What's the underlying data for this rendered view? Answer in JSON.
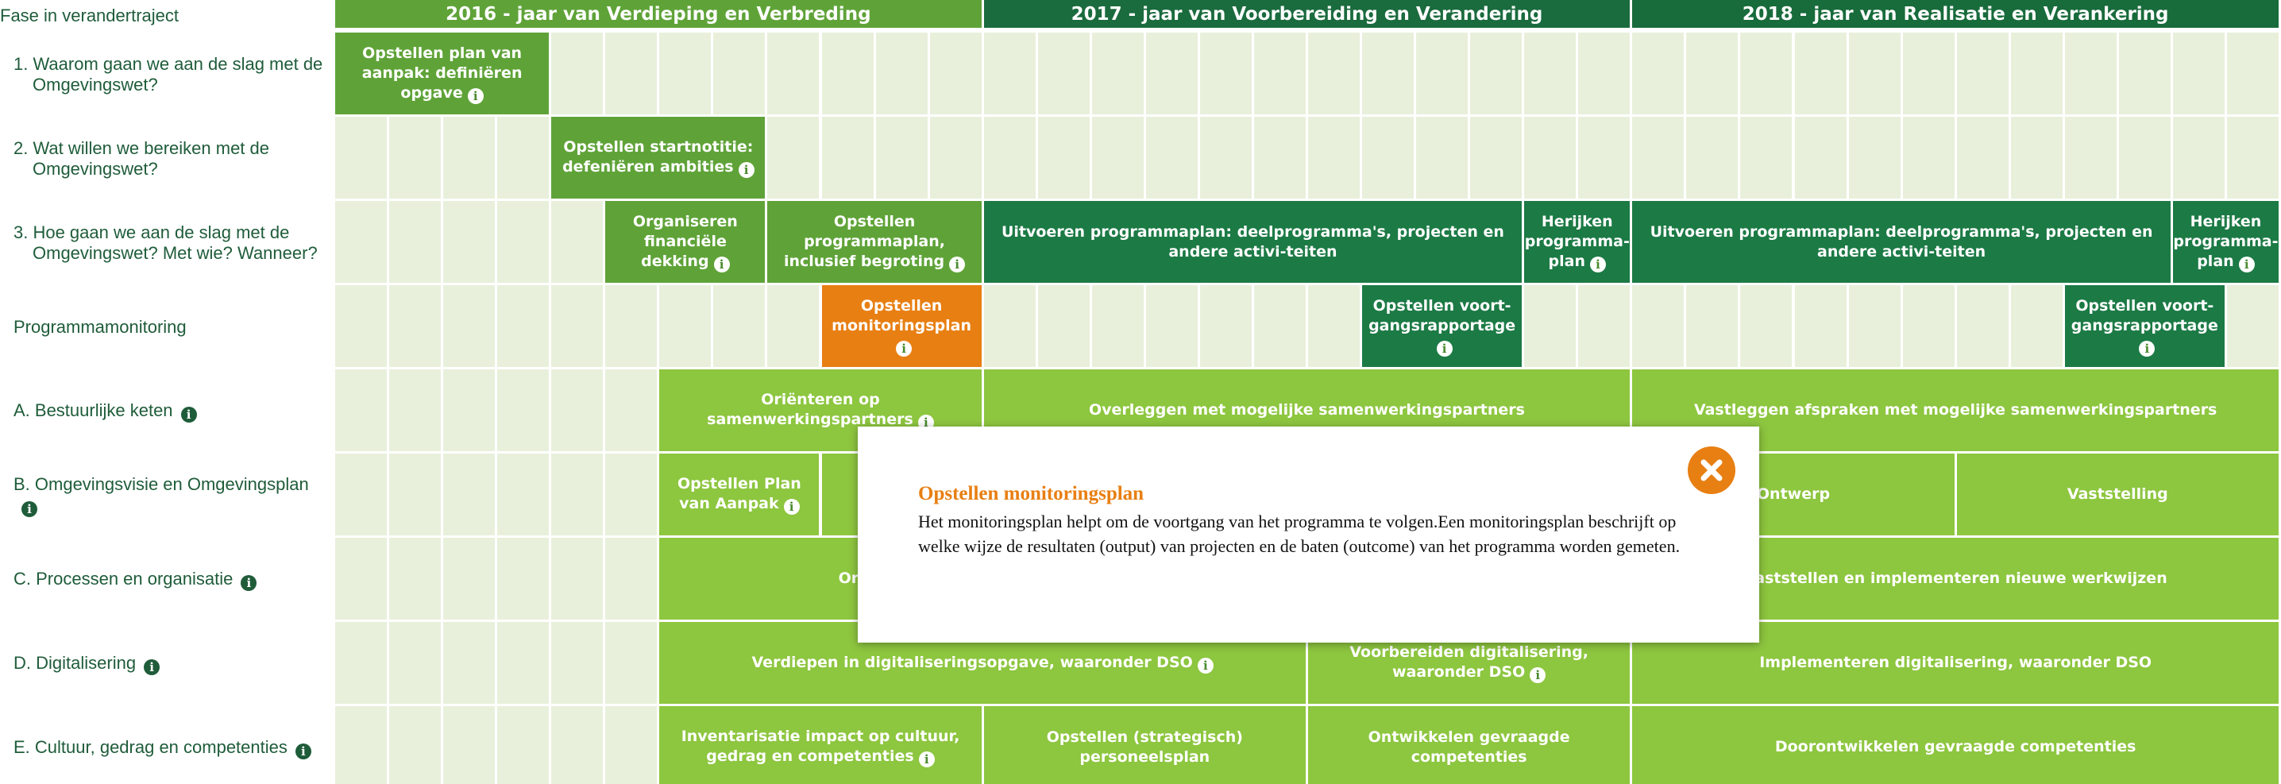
{
  "colors": {
    "lime": "#8dc63f",
    "mid_green": "#5fa338",
    "dark_green": "#1c7a45",
    "orange": "#e87f12",
    "grid_empty": "#e8f0db",
    "label_text": "#1f5c3a"
  },
  "header_label": "Fase in verandertraject",
  "years": [
    {
      "label": "2016 - jaar van Verdieping en Verbreding"
    },
    {
      "label": "2017 - jaar van Voorbereiding en Verandering"
    },
    {
      "label": "2018 - jaar van Realisatie en Verankering"
    }
  ],
  "rows": [
    {
      "label": "1. Waarom gaan we aan de slag met de Omgevingswet?",
      "has_info": false
    },
    {
      "label": "2. Wat willen we bereiken met de Omgevingswet?",
      "has_info": false
    },
    {
      "label": "3. Hoe gaan we aan de slag met de Omgevingswet? Met wie? Wanneer?",
      "has_info": false
    },
    {
      "label": "Programmamonitoring",
      "has_info": false
    },
    {
      "label": "A. Bestuurlijke keten",
      "has_info": true
    },
    {
      "label": "B. Omgevingsvisie en Omgevingsplan",
      "has_info": true
    },
    {
      "label": "C. Processen en organisatie",
      "has_info": true
    },
    {
      "label": "D. Digitalisering",
      "has_info": true
    },
    {
      "label": "E. Cultuur, gedrag en competenties",
      "has_info": true
    }
  ],
  "bars": [
    {
      "row": 0,
      "start": 0,
      "span": 4,
      "color": "mid",
      "text": "Opstellen plan van aanpak: definiëren opgave",
      "info": true
    },
    {
      "row": 1,
      "start": 4,
      "span": 4,
      "color": "mid",
      "text": "Opstellen startnotitie: defeniëren ambities",
      "info": true
    },
    {
      "row": 2,
      "start": 5,
      "span": 3,
      "color": "mid",
      "text": "Organiseren financiële dekking",
      "info": true
    },
    {
      "row": 2,
      "start": 8,
      "span": 4,
      "color": "mid",
      "text": "Opstellen programmaplan, inclusief begroting",
      "info": true
    },
    {
      "row": 2,
      "start": 12,
      "span": 10,
      "color": "dark",
      "text": "Uitvoeren programmaplan: deelprogramma's, projecten en andere activi-teiten",
      "info": false
    },
    {
      "row": 2,
      "start": 22,
      "span": 2,
      "color": "dark",
      "text": "Herijken programma-plan",
      "info": true
    },
    {
      "row": 2,
      "start": 24,
      "span": 10,
      "color": "dark",
      "text": "Uitvoeren programmaplan: deelprogramma's, projecten en andere activi-teiten",
      "info": false
    },
    {
      "row": 2,
      "start": 34,
      "span": 2,
      "color": "dark",
      "text": "Herijken programma-plan",
      "info": true
    },
    {
      "row": 3,
      "start": 9,
      "span": 3,
      "color": "orange",
      "text": "Opstellen monitoringsplan",
      "info": true
    },
    {
      "row": 3,
      "start": 19,
      "span": 3,
      "color": "dark",
      "text": "Opstellen voort-gangsrapportage",
      "info": true
    },
    {
      "row": 3,
      "start": 32,
      "span": 3,
      "color": "dark",
      "text": "Opstellen voort-gangsrapportage",
      "info": true
    },
    {
      "row": 4,
      "start": 6,
      "span": 6,
      "color": "lime",
      "text": "Oriënteren op samenwerkingspartners",
      "info": true
    },
    {
      "row": 4,
      "start": 12,
      "span": 12,
      "color": "lime",
      "text": "Overleggen met mogelijke samenwerkingspartners",
      "info": false
    },
    {
      "row": 4,
      "start": 24,
      "span": 12,
      "color": "lime",
      "text": "Vastleggen afspraken met mogelijke samenwerkingspartners",
      "info": false
    },
    {
      "row": 5,
      "start": 6,
      "span": 3,
      "color": "lime",
      "text": "Opstellen Plan van Aanpak",
      "info": true
    },
    {
      "row": 5,
      "start": 9,
      "span": 15,
      "color": "lime",
      "text": "",
      "info": false
    },
    {
      "row": 5,
      "start": 24,
      "span": 6,
      "color": "lime",
      "text": "Ontwerp",
      "info": false
    },
    {
      "row": 5,
      "start": 30,
      "span": 6,
      "color": "lime",
      "text": "Vaststelling",
      "info": false
    },
    {
      "row": 6,
      "start": 6,
      "span": 18,
      "color": "lime",
      "text": "Oriënteren op mogelijke veranderingen in de organisatie en werkwijzen",
      "info": false
    },
    {
      "row": 6,
      "start": 24,
      "span": 12,
      "color": "lime",
      "text": "Vaststellen en implementeren nieuwe werkwijzen",
      "info": false
    },
    {
      "row": 7,
      "start": 6,
      "span": 12,
      "color": "lime",
      "text": "Verdiepen in digitaliseringsopgave, waaronder DSO",
      "info": true
    },
    {
      "row": 7,
      "start": 18,
      "span": 6,
      "color": "lime",
      "text": "Voorbereiden digitalisering, waaronder DSO",
      "info": true
    },
    {
      "row": 7,
      "start": 24,
      "span": 12,
      "color": "lime",
      "text": "Implementeren digitalisering, waaronder DSO",
      "info": false
    },
    {
      "row": 8,
      "start": 6,
      "span": 6,
      "color": "lime",
      "text": "Inventarisatie impact op cultuur, gedrag en competenties",
      "info": true
    },
    {
      "row": 8,
      "start": 12,
      "span": 6,
      "color": "lime",
      "text": "Opstellen (strategisch) personeelsplan",
      "info": false
    },
    {
      "row": 8,
      "start": 18,
      "span": 6,
      "color": "lime",
      "text": "Ontwikkelen gevraagde competenties",
      "info": false
    },
    {
      "row": 8,
      "start": 24,
      "span": 12,
      "color": "lime",
      "text": "Doorontwikkelen gevraagde competenties",
      "info": false
    }
  ],
  "popup": {
    "title": "Opstellen monitoringsplan",
    "body": "Het monitoringsplan helpt om de voortgang van het programma te volgen.Een monitoringsplan beschrijft op welke wijze de resultaten (output) van projecten en de baten (outcome) van het programma worden gemeten.",
    "close_icon": "close-icon"
  },
  "info_icon": "i"
}
